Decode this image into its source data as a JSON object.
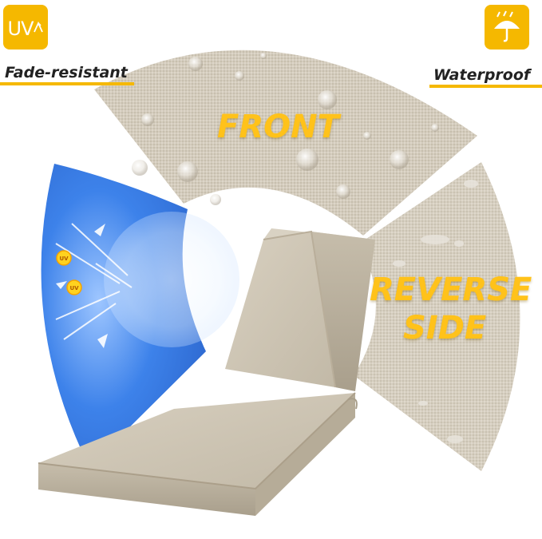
{
  "badges": {
    "uv": {
      "text": "UV",
      "icon": "uv-arrow-icon"
    },
    "waterproof": {
      "icon": "umbrella-rain-icon"
    }
  },
  "labels": {
    "fade_resistant": "Fade-resistant",
    "waterproof": "Waterproof",
    "front": "FRONT",
    "reverse_line1": "REVERSE",
    "reverse_line2": "SIDE"
  },
  "sun_badges": [
    "UV",
    "UV"
  ],
  "colors": {
    "accent_yellow": "#f5b800",
    "fabric_beige": "#d3cbbd",
    "sky_blue": "#3f7fe0",
    "cushion": "#cdc4b3"
  }
}
